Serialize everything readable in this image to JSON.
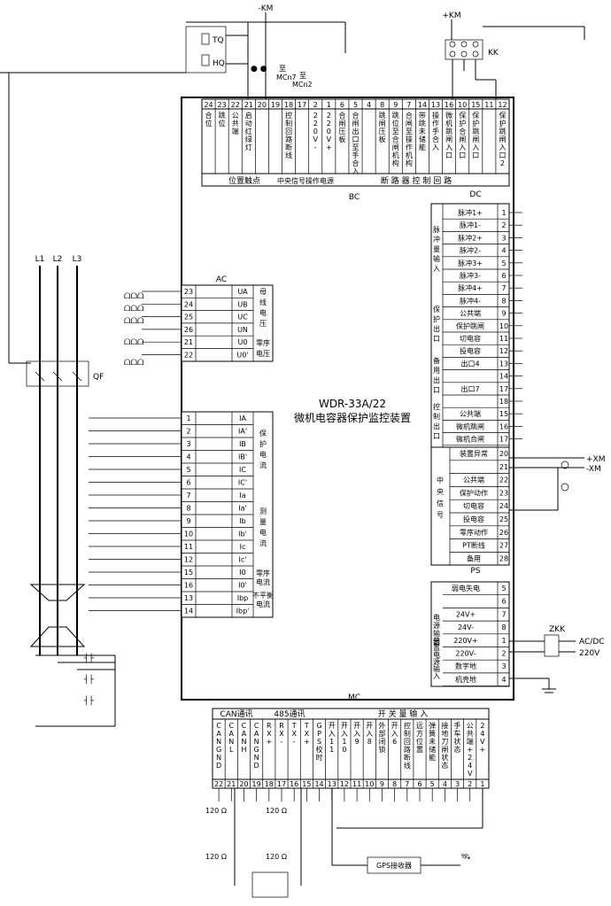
{
  "device": {
    "model": "WDR-33A/22",
    "name": "微机电容器保护监控装置"
  },
  "modules": {
    "bc": "BC",
    "dc": "DC",
    "ac": "AC",
    "ps": "PS",
    "mc": "MC"
  },
  "supply": {
    "neg": "-KM",
    "pos": "+KM",
    "kk": "KK",
    "tq": "TQ",
    "hq": "HQ",
    "mcn7": "至\nMCn7",
    "mcn2": "至\nMCn2",
    "xm_pos": "+XM",
    "xm_neg": "-XM",
    "zkk": "ZKK",
    "ac_dc": "AC/DC",
    "v220": "220V",
    "qf": "QF",
    "phases": [
      "L1",
      "L2",
      "L3"
    ]
  },
  "bc": {
    "numbers": [
      "24",
      "23",
      "22",
      "21",
      "20",
      "19",
      "18",
      "17",
      "2",
      "1",
      "6",
      "5",
      "4",
      "8",
      "9",
      "7",
      "14",
      "13",
      "16",
      "10",
      "15",
      "11",
      "12"
    ],
    "labels": [
      "合位",
      "跳位",
      "公共端",
      "启动红绿灯",
      "",
      "",
      "控制回路断线",
      "",
      "220V-",
      "220V+",
      "合闸压板",
      "合闸出口至手合入",
      "",
      "跳闸压板",
      "跳位至合闸机构",
      "合闸至操作机构",
      "带跳未储能",
      "操作手合入",
      "微机跳闸入口",
      "保护合闸入口",
      "保护跳闸入口",
      "",
      "保护跳闸入口2"
    ],
    "group1": "位置触点",
    "group2": "中央信号操作电源",
    "group3": "断 路 器 控 制 回 路"
  },
  "dc": {
    "pulse_group": "脉冲量输入",
    "rows": [
      {
        "n": "1",
        "label": "脉冲1+"
      },
      {
        "n": "2",
        "label": "脉冲1-"
      },
      {
        "n": "3",
        "label": "脉冲2+"
      },
      {
        "n": "4",
        "label": "脉冲2-"
      },
      {
        "n": "5",
        "label": "脉冲3+"
      },
      {
        "n": "6",
        "label": "脉冲3-"
      },
      {
        "n": "7",
        "label": "脉冲4+"
      },
      {
        "n": "8",
        "label": "脉冲4-"
      },
      {
        "n": "9",
        "label": "公共端"
      },
      {
        "n": "10",
        "label": "保护跳闸"
      },
      {
        "n": "11",
        "label": "切电容"
      },
      {
        "n": "12",
        "label": "投电容"
      },
      {
        "n": "13",
        "label": "出口4"
      },
      {
        "n": "14",
        "label": ""
      },
      {
        "n": "17",
        "label": "出口7"
      },
      {
        "n": "18",
        "label": ""
      },
      {
        "n": "15",
        "label": "公共端"
      },
      {
        "n": "16",
        "label": "微机跳闸"
      },
      {
        "n": "17",
        "label": "微机合闸"
      }
    ],
    "group_prot": "保护出口",
    "group_spare": "备用出口",
    "group_ctrl": "控制出口",
    "central": {
      "group": "中央信号",
      "rows": [
        {
          "n": "20",
          "label": "装置异常"
        },
        {
          "n": "21",
          "label": ""
        },
        {
          "n": "22",
          "label": "公共端"
        },
        {
          "n": "23",
          "label": "保护动作"
        },
        {
          "n": "24",
          "label": "切电容"
        },
        {
          "n": "25",
          "label": "投电容"
        },
        {
          "n": "26",
          "label": "零序动作"
        },
        {
          "n": "27",
          "label": "PT断线"
        },
        {
          "n": "28",
          "label": "备用"
        }
      ]
    }
  },
  "ac_voltage": {
    "rows": [
      {
        "n": "23",
        "label": "UA"
      },
      {
        "n": "24",
        "label": "UB"
      },
      {
        "n": "25",
        "label": "UC"
      },
      {
        "n": "26",
        "label": "UN"
      },
      {
        "n": "21",
        "label": "U0"
      },
      {
        "n": "22",
        "label": "U0'"
      }
    ],
    "group_bus": "母线电压",
    "group_zero": "零序电压"
  },
  "ac_current": {
    "rows": [
      {
        "n": "1",
        "label": "IA"
      },
      {
        "n": "2",
        "label": "IA'"
      },
      {
        "n": "3",
        "label": "IB"
      },
      {
        "n": "4",
        "label": "IB'"
      },
      {
        "n": "5",
        "label": "IC"
      },
      {
        "n": "6",
        "label": "IC'"
      },
      {
        "n": "7",
        "label": "Ia"
      },
      {
        "n": "8",
        "label": "Ia'"
      },
      {
        "n": "9",
        "label": "Ib"
      },
      {
        "n": "10",
        "label": "Ib'"
      },
      {
        "n": "11",
        "label": "Ic"
      },
      {
        "n": "12",
        "label": "Ic'"
      },
      {
        "n": "15",
        "label": "I0"
      },
      {
        "n": "16",
        "label": "I0'"
      },
      {
        "n": "13",
        "label": "Ibp"
      },
      {
        "n": "14",
        "label": "Ibp'"
      }
    ],
    "group_prot": "保护电流",
    "group_meas": "测量电流",
    "group_zero": "零序电流",
    "group_unbal": "不平衡电流"
  },
  "ps": {
    "rows": [
      {
        "n": "5",
        "label": "弱电失电"
      },
      {
        "n": "6",
        "label": ""
      },
      {
        "n": "7",
        "label": "24V+"
      },
      {
        "n": "8",
        "label": "24V-"
      },
      {
        "n": "1",
        "label": "220V+"
      },
      {
        "n": "2",
        "label": "220V-"
      },
      {
        "n": "3",
        "label": "数字地"
      },
      {
        "n": "4",
        "label": "机壳地"
      }
    ],
    "group_out": "电源输出",
    "group_in": "装置电源输入"
  },
  "mc": {
    "group_can": "CAN通讯",
    "group_485": "485通讯",
    "group_di": "开 关 量 输 入",
    "terminals": [
      {
        "n": "22",
        "label": "CANGND"
      },
      {
        "n": "21",
        "label": "CANL"
      },
      {
        "n": "20",
        "label": "CANH"
      },
      {
        "n": "19",
        "label": "CANGND"
      },
      {
        "n": "18",
        "label": "RX+"
      },
      {
        "n": "17",
        "label": "RX-"
      },
      {
        "n": "16",
        "label": "TX-"
      },
      {
        "n": "15",
        "label": "TX+"
      },
      {
        "n": "14",
        "label": "GPS校时"
      },
      {
        "n": "13",
        "label": "开入11"
      },
      {
        "n": "12",
        "label": "开入10"
      },
      {
        "n": "11",
        "label": "开入9"
      },
      {
        "n": "10",
        "label": "开入8"
      },
      {
        "n": "9",
        "label": "外部闭锁"
      },
      {
        "n": "8",
        "label": "开入6"
      },
      {
        "n": "7",
        "label": "控制回路断线"
      },
      {
        "n": "6",
        "label": "远方位置"
      },
      {
        "n": "5",
        "label": "弹簧未储能"
      },
      {
        "n": "4",
        "label": "接地刀闸状态"
      },
      {
        "n": "3",
        "label": "手车状态"
      },
      {
        "n": "2",
        "label": "公共端+24V"
      },
      {
        "n": "1",
        "label": "24V+"
      }
    ],
    "r120": "120 Ω",
    "gps": "GPS接收器"
  }
}
